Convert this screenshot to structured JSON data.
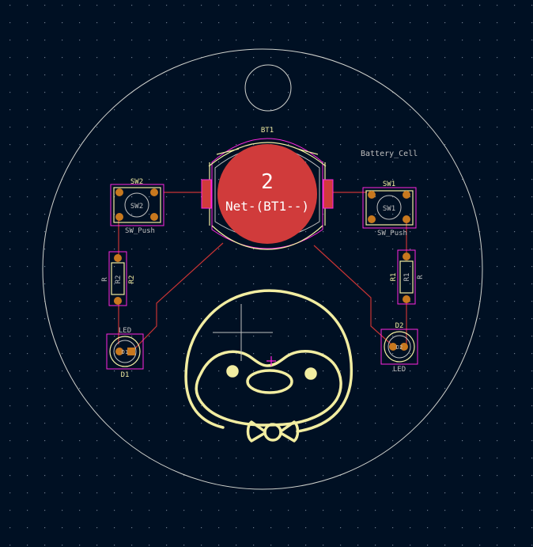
{
  "colors": {
    "background": "#001023",
    "grid_dot": "#6b7a8c",
    "edge_cuts": "#d0d2cd",
    "silkscreen": "#f2eda1",
    "courtyard": "#ff26e2",
    "fab": "#c2c2c2",
    "copper_pad": "#c8781e",
    "track": "#c83434",
    "bt_pad": "#d03b3b"
  },
  "battery": {
    "ref": "BT1",
    "value": "Battery_Cell",
    "pad_number": "2",
    "net": "Net-(BT1--)"
  },
  "sw2": {
    "ref": "SW2",
    "value": "SW_Push",
    "fab_label": "SW2"
  },
  "sw1": {
    "ref": "SW1",
    "value": "SW_Push",
    "fab_label": "SW1"
  },
  "r2": {
    "value": "R",
    "ref": "R2",
    "fab_label": "R2"
  },
  "r1": {
    "value": "R",
    "ref": "R1",
    "fab_label": "R1"
  },
  "d1": {
    "value": "LED",
    "ref": "D1",
    "fab_label": "D1"
  },
  "d2": {
    "value": "LED",
    "ref": "D2",
    "fab_label": "D2"
  }
}
